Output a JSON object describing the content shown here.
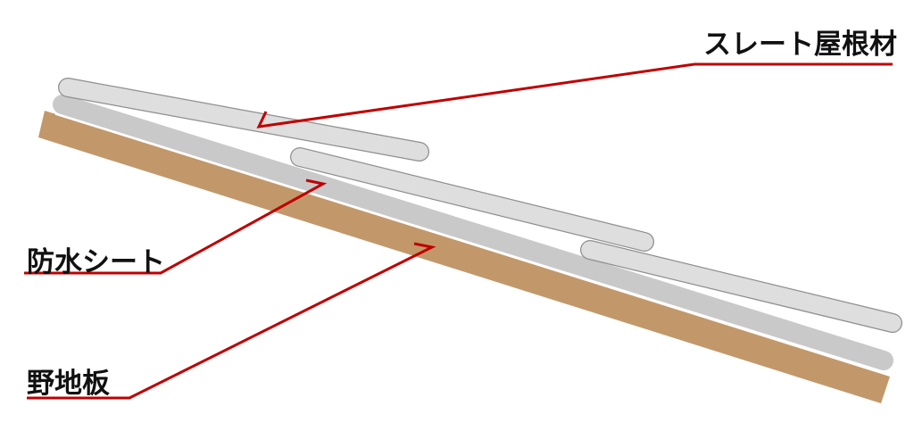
{
  "labels": {
    "slate": "スレート屋根材",
    "waterproof_sheet": "防水シート",
    "sheathing": "野地板"
  },
  "colors": {
    "sheathing": "#c2986a",
    "sheet": "#c9c9c9",
    "slate_fill": "#dedede",
    "slate_stroke": "#8f8f8f",
    "leader": "#c00000"
  }
}
